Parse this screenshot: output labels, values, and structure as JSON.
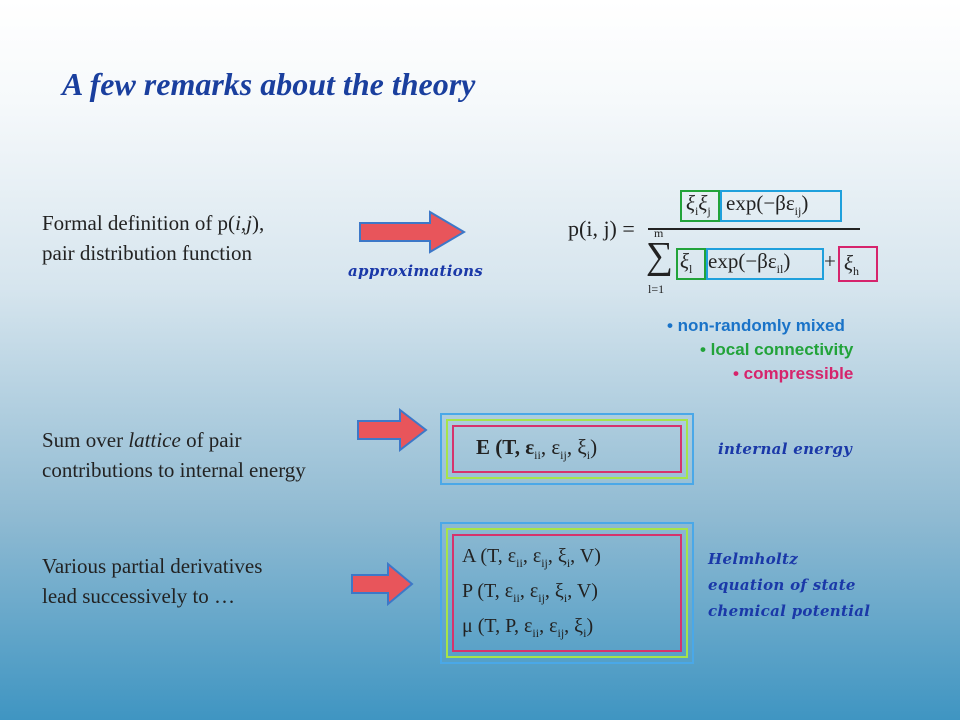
{
  "title": "A few remarks about the theory",
  "rows": [
    {
      "line1": "Formal definition of p(",
      "line1_italic": "i,j",
      "line1_end": "),",
      "line2": "pair distribution function",
      "annotation": "approximations"
    },
    {
      "line1_pre": "Sum over ",
      "line1_italic": "lattice",
      "line1_post": " of pair",
      "line2": "contributions to internal energy",
      "annotation": "internal energy"
    },
    {
      "line1": "Various partial derivatives",
      "line2": "lead successively to …"
    }
  ],
  "equation": {
    "lhs": "p(i, j) =",
    "num_xi": "ξ",
    "num_sub_i": "i",
    "num_sub_j": "j",
    "num_exp": "exp(−βε",
    "num_exp_sub": "ij",
    "num_exp_close": ")",
    "sum_top": "m",
    "sum_bottom": "l=1",
    "den_exp": "exp(−βε",
    "den_exp_sub": "il",
    "den_exp_close": ")",
    "plus": "+",
    "den_xi_h": "ξ",
    "den_sub_h": "h",
    "den_sub_l": "l"
  },
  "bullets": [
    {
      "text": "• non-randomly mixed",
      "color": "#1a73c8"
    },
    {
      "text": "• local connectivity",
      "color": "#22a33a"
    },
    {
      "text": "• compressible",
      "color": "#d6246c"
    }
  ],
  "energy_box": {
    "text": "E (T, ε",
    "sub1": "ii",
    "mid1": ", ε",
    "sub2": "ij",
    "mid2": ", ξ",
    "sub3": "i",
    "end": ")"
  },
  "deriv_box": [
    {
      "pre": "A (T, ε",
      "s1": "ii",
      "m1": ", ε",
      "s2": "ij",
      "m2": ", ξ",
      "s3": "i",
      "end": ", V)"
    },
    {
      "pre": "P (T, ε",
      "s1": "ii",
      "m1": ", ε",
      "s2": "ij",
      "m2": ", ξ",
      "s3": "i",
      "end": ", V)"
    },
    {
      "pre": "μ (T, P, ε",
      "s1": "ii",
      "m1": ", ε",
      "s2": "ij",
      "m2": ", ξ",
      "s3": "i",
      "end": ")"
    }
  ],
  "deriv_labels": [
    "Helmholtz",
    "equation of state",
    "chemical potential"
  ],
  "colors": {
    "title": "#1a3f9e",
    "arrow": "#e8555b",
    "script": "#1a38a8",
    "box_outer": "#4aa8e8",
    "box_mid": "#a6e44a",
    "box_inner": "#d6336c"
  }
}
